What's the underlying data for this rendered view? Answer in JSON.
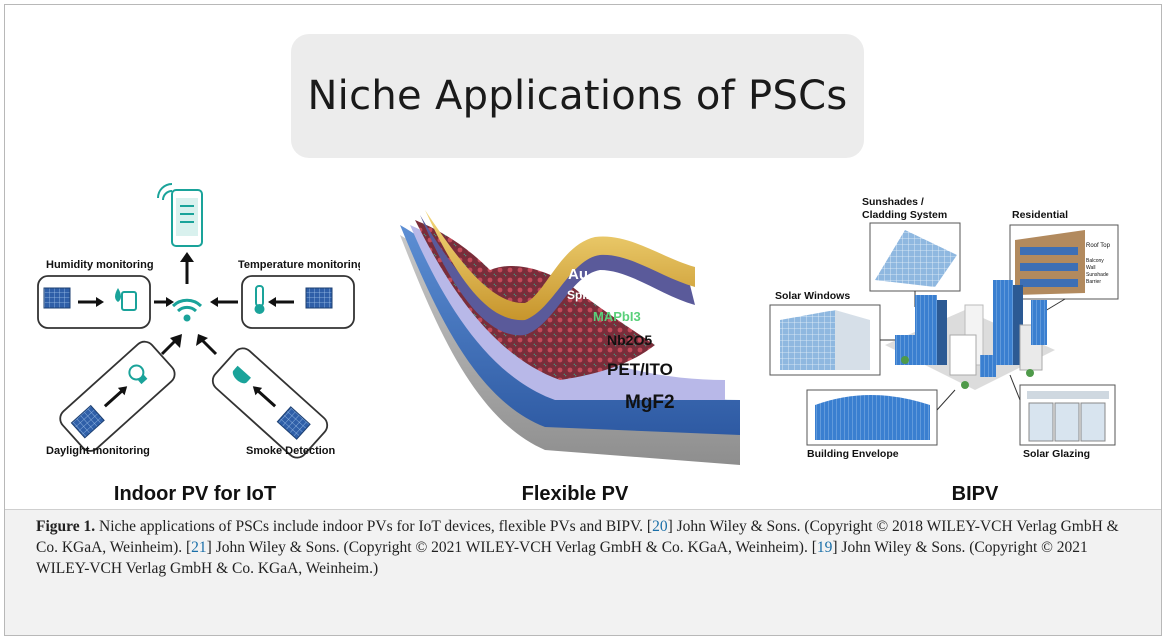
{
  "figure_title": "Niche Applications of PSCs",
  "panels": {
    "indoor": {
      "title": "Indoor PV for IoT",
      "labels": {
        "humidity": "Humidity monitoring",
        "temperature": "Temperature monitoring",
        "daylight": "Daylight monitoring",
        "smoke": "Smoke Detection"
      }
    },
    "flexible": {
      "title": "Flexible PV",
      "layers": [
        "Au",
        "Spiro-OMeTAD",
        "MAPbI3",
        "Nb2O5",
        "PET/ITO",
        "MgF2"
      ]
    },
    "bipv": {
      "title": "BIPV",
      "labels": {
        "sunshades": "Sunshades /",
        "cladding": "Cladding System",
        "residential": "Residential",
        "solar_windows": "Solar Windows",
        "building_envelope": "Building Envelope",
        "solar_glazing": "Solar Glazing",
        "roof_top": "Roof Top",
        "balcony": "Balcony",
        "wall": "Wall",
        "sunshade": "Sunshade",
        "barrier": "Barrier"
      }
    }
  },
  "caption": {
    "label": "Figure 1.",
    "text_1": " Niche applications of PSCs include indoor PVs for IoT devices, flexible PVs and BIPV. [",
    "ref_1": "20",
    "text_2": "] John Wiley & Sons. (Copyright © 2018 WILEY-VCH Verlag GmbH & Co. KGaA, Weinheim). [",
    "ref_2": "21",
    "text_3": "] John Wiley & Sons. (Copyright © 2021 WILEY-VCH Verlag GmbH & Co. KGaA, Weinheim). [",
    "ref_3": "19",
    "text_4": "] John Wiley & Sons. (Copyright © 2021 WILEY-VCH Verlag GmbH & Co. KGaA, Weinheim.)"
  },
  "colors": {
    "panel_blue": "#2f5fa8",
    "teal": "#1aa39a",
    "gold": "#e3b94d",
    "title_bg": "#ececec",
    "caption_bg": "#f2f2f2",
    "ref_link": "#1a6fa8"
  }
}
